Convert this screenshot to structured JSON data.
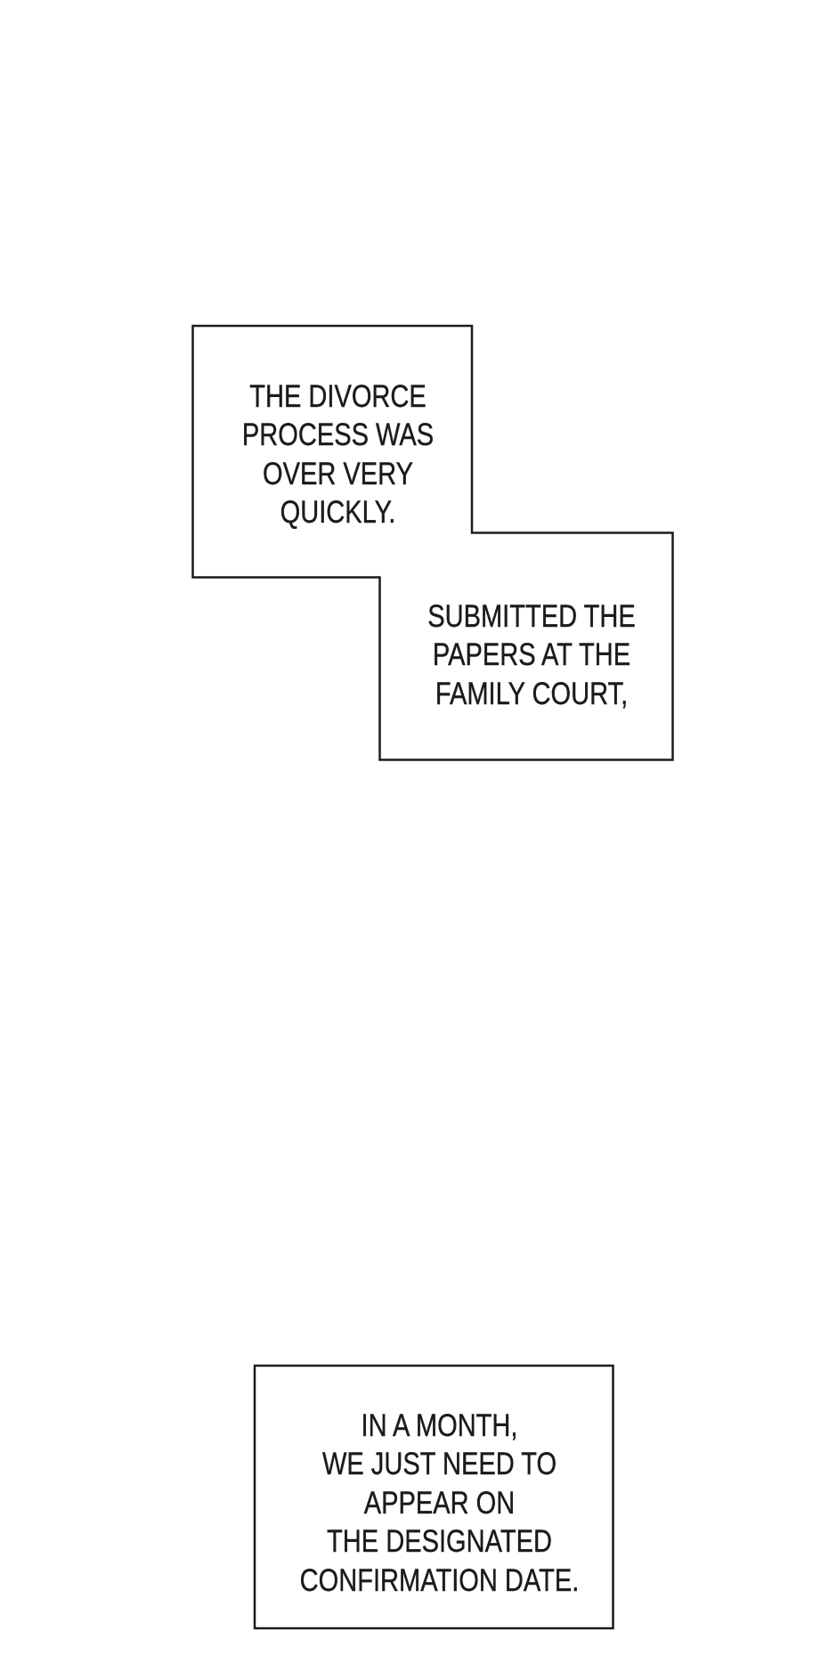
{
  "page": {
    "kind": "comic-page",
    "colors": {
      "paper": "#ffffff",
      "ink": "#1b1b1b"
    }
  },
  "panels": [
    {
      "name": "divorce-process-box",
      "lines": [
        "THE DIVORCE",
        "PROCESS WAS",
        "OVER VERY",
        "QUICKLY."
      ]
    },
    {
      "name": "submitted-papers-box",
      "lines": [
        "SUBMITTED THE",
        "PAPERS AT THE",
        "FAMILY COURT,"
      ]
    },
    {
      "name": "confirmation-date-box",
      "lines": [
        "IN A MONTH,",
        "WE JUST NEED TO",
        "APPEAR ON",
        "THE DESIGNATED",
        "CONFIRMATION DATE."
      ]
    }
  ]
}
